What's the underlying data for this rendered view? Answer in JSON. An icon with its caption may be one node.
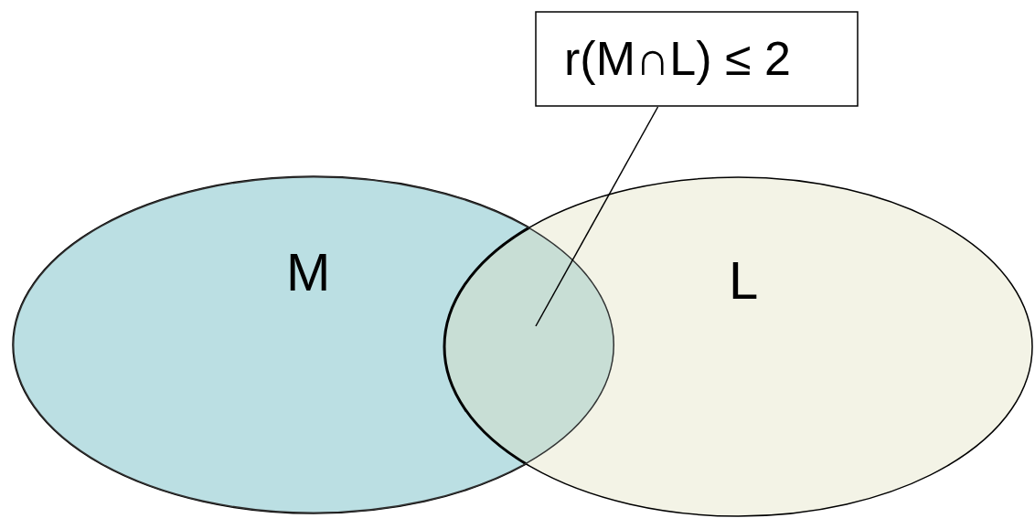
{
  "diagram": {
    "nodes": [
      {
        "text": [
          "r(M∩L) ≤ 2"
        ]
      },
      {
        "text": [
          "M"
        ]
      },
      {
        "text": [
          "L"
        ]
      },
      {
        "text": [],
        "shape": "lens"
      }
    ],
    "edges": [
      {
        "from": 0,
        "to": 3,
        "arrow": "none"
      }
    ]
  }
}
